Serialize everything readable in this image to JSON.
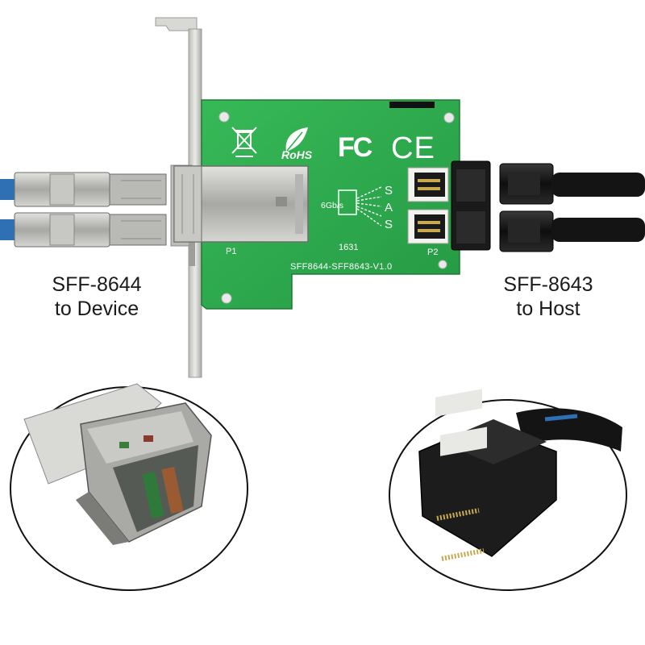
{
  "board": {
    "port_p1_label": "P1",
    "port_p2_label": "P2",
    "board_number": "1631",
    "model_text": "SFF8644-SFF8643-V1.0",
    "speed_label": "6Gb/s",
    "sas_letters": [
      "S",
      "A",
      "S"
    ],
    "fc_mark": "FC",
    "ce_mark": "CE",
    "rohs_mark": "RoHS"
  },
  "captions": {
    "left_line1": "SFF-8644",
    "left_line2": "to Device",
    "right_line1": "SFF-8643",
    "right_line2": "to Host"
  },
  "colors": {
    "pcb_green": "#2eae4e",
    "bracket_metal": "#c9c9c4",
    "cable_blue": "#2f6fb4",
    "cable_black": "#141414",
    "connector_steel": "#a9a9a6"
  }
}
